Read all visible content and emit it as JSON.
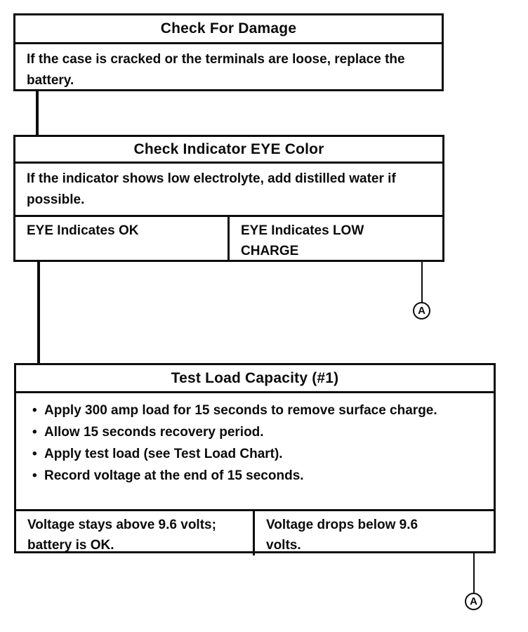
{
  "page": {
    "background": "#ffffff",
    "ink": "#0d0d0d"
  },
  "flowchart": {
    "boxes": [
      {
        "id": "check-for-damage",
        "title": "Check For Damage",
        "body": "If the case is cracked or the terminals are loose, replace the battery."
      },
      {
        "id": "check-indicator-eye-color",
        "title": "Check Indicator EYE Color",
        "body": "If the indicator shows low electrolyte, add distilled water if possible.",
        "outcomes": [
          {
            "label": "EYE Indicates OK"
          },
          {
            "label": "EYE Indicates LOW CHARGE"
          }
        ]
      },
      {
        "id": "test-load-capacity-1",
        "title": "Test Load Capacity (#1)",
        "bullets": [
          "Apply 300 amp load for 15 seconds to remove surface charge.",
          "Allow 15 seconds recovery period.",
          "Apply test load (see Test Load Chart).",
          "Record voltage at the end of 15 seconds."
        ],
        "outcomes": [
          {
            "label": "Voltage stays above 9.6 volts; battery is OK."
          },
          {
            "label": "Voltage drops below 9.6 volts."
          }
        ]
      }
    ],
    "offpage_connectors": [
      {
        "label": "A"
      },
      {
        "label": "A"
      }
    ]
  }
}
